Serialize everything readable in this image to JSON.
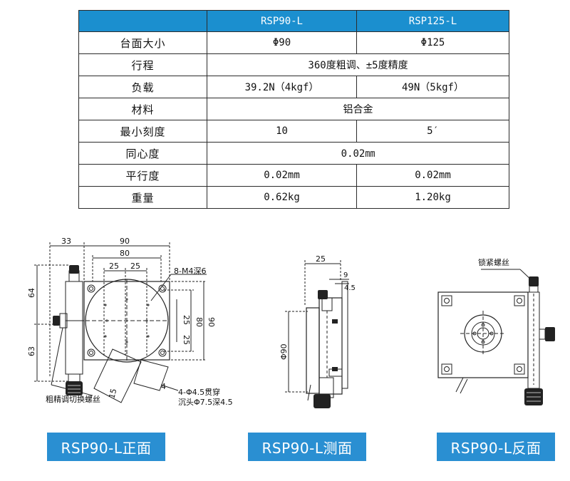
{
  "table": {
    "header": [
      "",
      "RSP90-L",
      "RSP125-L"
    ],
    "rows": [
      {
        "label": "台面大小",
        "a": "Φ90",
        "b": "Φ125"
      },
      {
        "label": "行程",
        "merged": "360度粗调、±5度精度"
      },
      {
        "label": "负载",
        "a": "39.2N（4kgf）",
        "b": "49N（5kgf）"
      },
      {
        "label": "材料",
        "merged": "铝合金"
      },
      {
        "label": "最小刻度",
        "a": "10",
        "b": "5′"
      },
      {
        "label": "同心度",
        "merged": "0.02㎜"
      },
      {
        "label": "平行度",
        "a": "0.02mm",
        "b": "0.02mm"
      },
      {
        "label": "重量",
        "a": "0.62kg",
        "b": "1.20kg"
      }
    ]
  },
  "front": {
    "dim_33": "33",
    "dim_90_top": "90",
    "dim_80_top": "80",
    "dim_25a": "25",
    "dim_25b": "25",
    "dim_64": "64",
    "dim_63": "63",
    "dim_25c": "25",
    "dim_25d": "25",
    "dim_80_right": "80",
    "dim_90_right": "90",
    "dim_15": "15",
    "dim_4": "4",
    "note_holes": "8-M4深6",
    "note_thru_1": "4-Φ4.5贯穿",
    "note_thru_2": "沉头Φ7.5深4.5",
    "note_screw": "粗精调切换螺丝"
  },
  "side": {
    "dim_25": "25",
    "dim_9": "9",
    "dim_4_5": "4.5",
    "dim_phi90": "Φ90"
  },
  "back": {
    "note_lock": "锁紧螺丝"
  },
  "captions": {
    "front": "RSP90-L正面",
    "side": "RSP90-L测面",
    "back": "RSP90-L反面"
  },
  "colors": {
    "header_bg": "#1b8fcf",
    "caption_bg": "#2a8fd2"
  }
}
